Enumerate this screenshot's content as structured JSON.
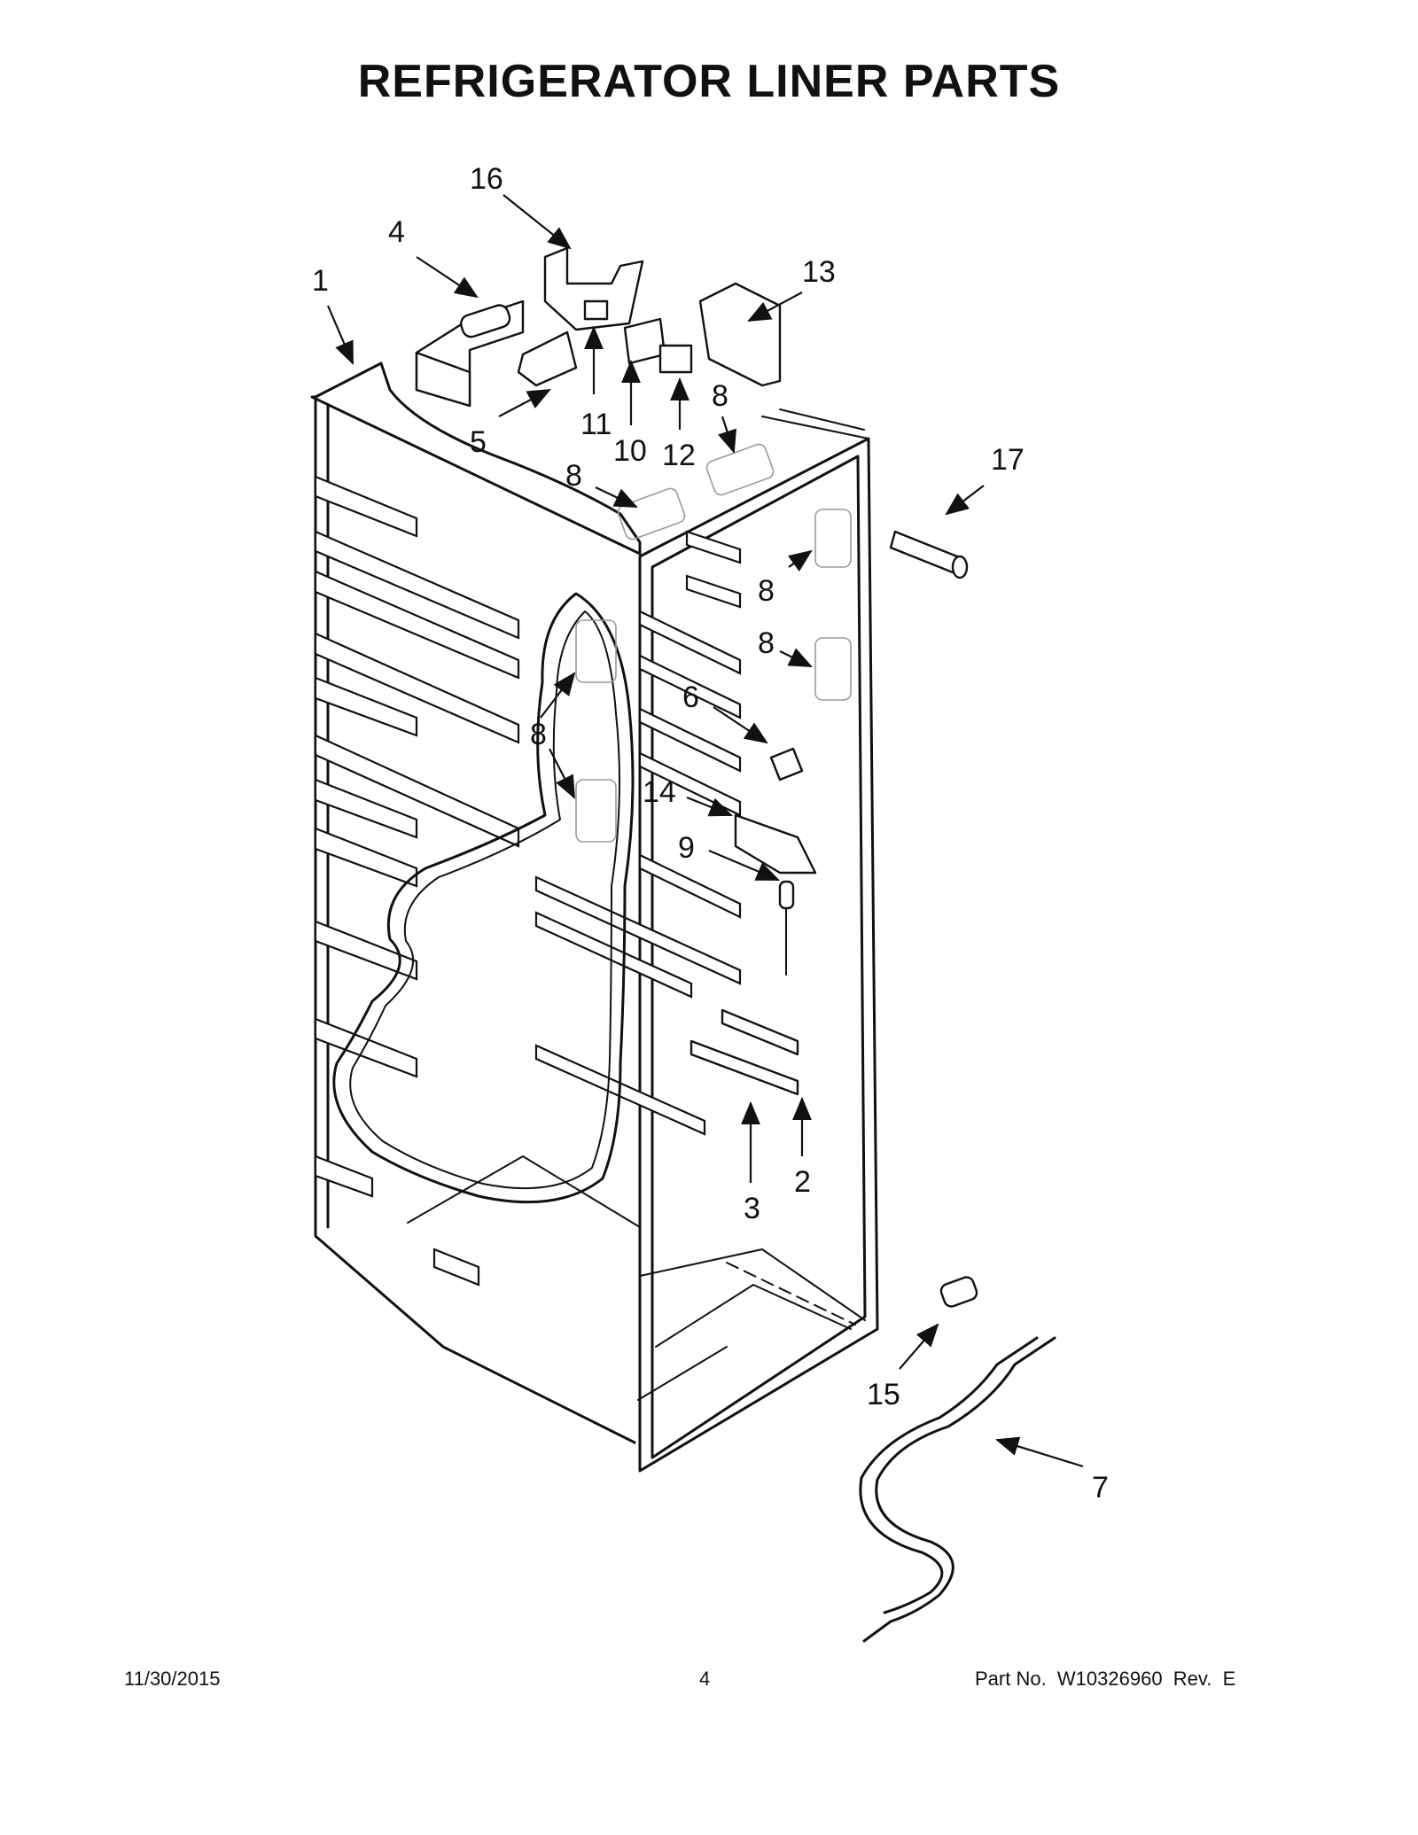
{
  "title": "REFRIGERATOR LINER PARTS",
  "footer": {
    "date": "11/30/2015",
    "page": "4",
    "part_number": "Part No.  W10326960  Rev.  E"
  },
  "callouts": [
    "1",
    "2",
    "3",
    "4",
    "5",
    "6",
    "7",
    "8",
    "8",
    "8",
    "8",
    "8",
    "8",
    "9",
    "10",
    "11",
    "12",
    "13",
    "14",
    "15",
    "16",
    "17"
  ]
}
